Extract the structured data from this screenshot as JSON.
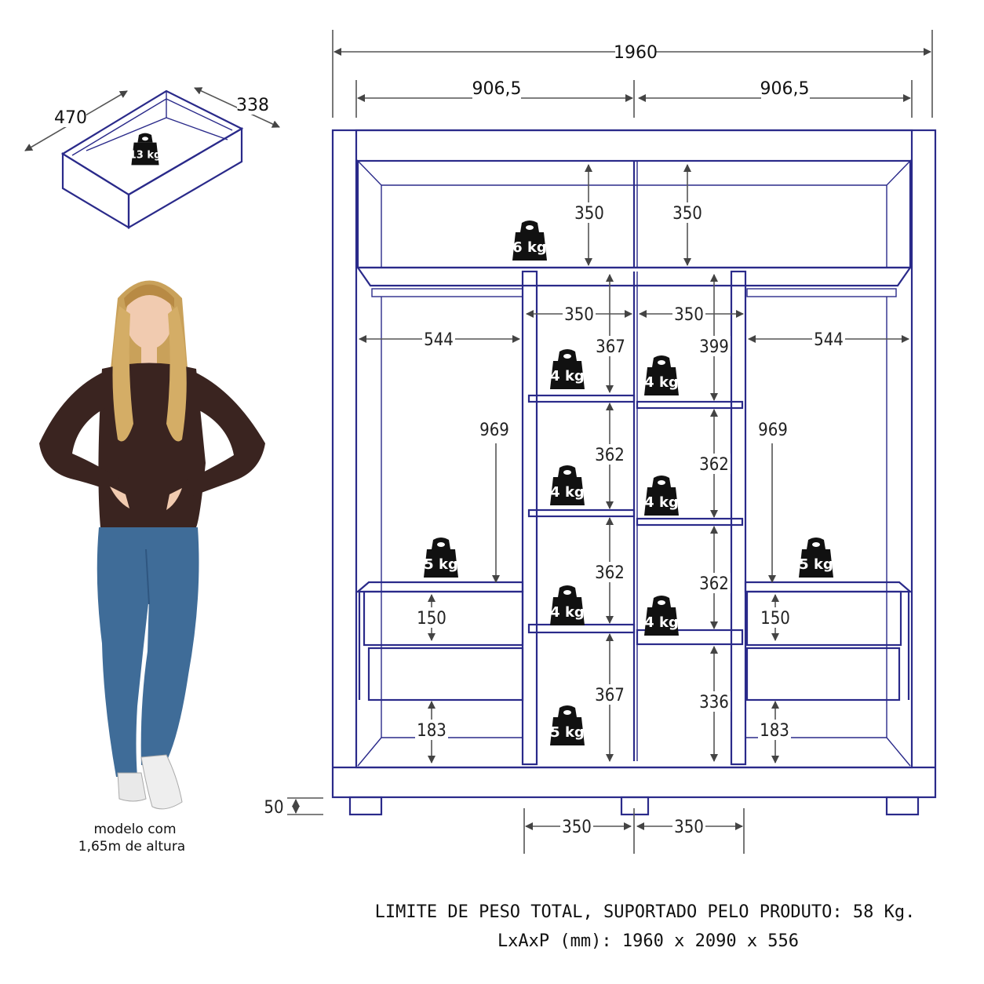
{
  "dimensions": {
    "total_width": "1960",
    "half_width_left": "906,5",
    "half_width_right": "906,5",
    "top_shelf_left": "350",
    "top_shelf_right": "350",
    "center_col_left_width": "350",
    "center_col_right_width": "350",
    "hanging_width_left": "544",
    "hanging_width_right": "544",
    "hanging_height_left": "969",
    "hanging_height_right": "969",
    "center_left_1": "367",
    "center_left_2": "362",
    "center_left_3": "362",
    "center_left_4": "367",
    "center_right_1": "399",
    "center_right_2": "362",
    "center_right_3": "362",
    "center_right_4": "336",
    "drawer_left_height": "150",
    "drawer_right_height": "150",
    "bottom_left": "183",
    "bottom_right": "183",
    "foot_height": "50",
    "base_left": "350",
    "base_right": "350"
  },
  "drawer_detail": {
    "depth": "470",
    "width": "338",
    "weight": "13 kg"
  },
  "weights": {
    "top": "6 kg",
    "center_left_1": "4 kg",
    "center_left_2": "4 kg",
    "center_left_3": "4 kg",
    "center_left_bottom": "5 kg",
    "center_right_1": "4 kg",
    "center_right_2": "4 kg",
    "center_right_3": "4 kg",
    "left_shelf": "5 kg",
    "right_shelf": "5 kg"
  },
  "model_caption": {
    "line1": "modelo com",
    "line2": "1,65m de altura"
  },
  "footer": {
    "line1": "LIMITE DE PESO TOTAL, SUPORTADO PELO PRODUTO: 58 Kg.",
    "line2": "LxAxP (mm): 1960 x 2090 x 556"
  },
  "colors": {
    "structure": "#2a2a8a",
    "dimension_lines": "#555555",
    "weight_icon": "#111111",
    "shirt": "#3a2420",
    "jeans": "#3f6c98",
    "hair": "#c9a15a",
    "skin": "#f1cbb0"
  }
}
